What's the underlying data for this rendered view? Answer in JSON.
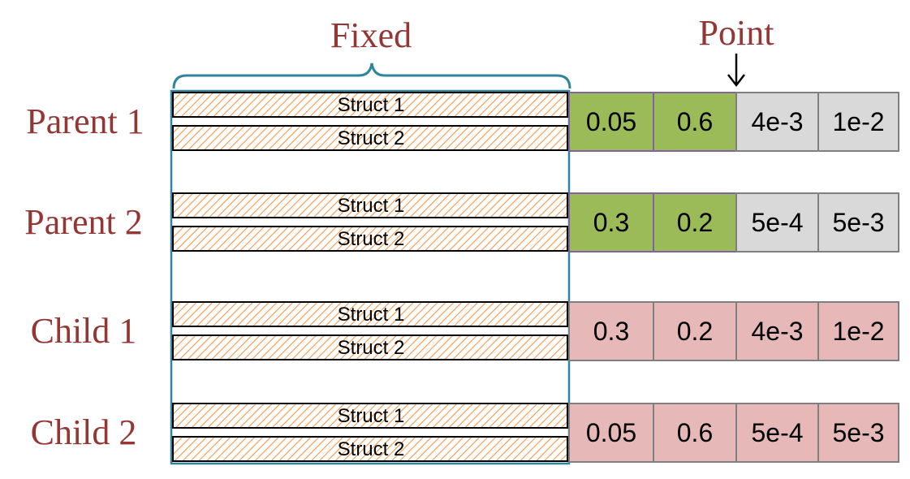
{
  "top_labels": {
    "fixed": "Fixed",
    "point": "Point"
  },
  "colors": {
    "label_text": "#943634",
    "fixed_frame": "#31849b",
    "hatch": "#f79646",
    "green": "#9bbb59",
    "gray": "#d9d9d9",
    "pink": "#e6b9b8",
    "border": "#7f7f7f",
    "purple_border": "#8064a2"
  },
  "rows": [
    {
      "label": "Parent 1",
      "structs": [
        "Struct 1",
        "Struct 2"
      ],
      "cells": [
        {
          "value": "0.05",
          "color": "green"
        },
        {
          "value": "0.6",
          "color": "green"
        },
        {
          "value": "4e-3",
          "color": "gray"
        },
        {
          "value": "1e-2",
          "color": "gray"
        }
      ]
    },
    {
      "label": "Parent 2",
      "structs": [
        "Struct 1",
        "Struct 2"
      ],
      "cells": [
        {
          "value": "0.3",
          "color": "green"
        },
        {
          "value": "0.2",
          "color": "green"
        },
        {
          "value": "5e-4",
          "color": "gray"
        },
        {
          "value": "5e-3",
          "color": "gray"
        }
      ]
    },
    {
      "label": "Child 1",
      "structs": [
        "Struct 1",
        "Struct 2"
      ],
      "cells": [
        {
          "value": "0.3",
          "color": "pink"
        },
        {
          "value": "0.2",
          "color": "pink"
        },
        {
          "value": "4e-3",
          "color": "pink"
        },
        {
          "value": "1e-2",
          "color": "pink"
        }
      ]
    },
    {
      "label": "Child 2",
      "structs": [
        "Struct 1",
        "Struct 2"
      ],
      "cells": [
        {
          "value": "0.05",
          "color": "pink"
        },
        {
          "value": "0.6",
          "color": "pink"
        },
        {
          "value": "5e-4",
          "color": "pink"
        },
        {
          "value": "5e-3",
          "color": "pink"
        }
      ]
    }
  ]
}
